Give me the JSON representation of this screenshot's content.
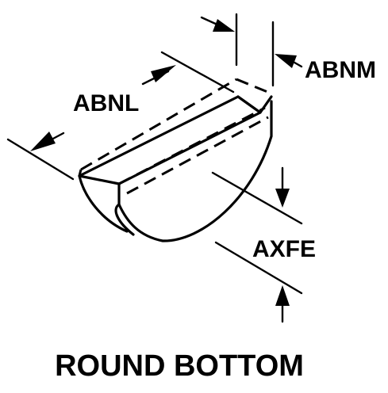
{
  "labels": {
    "length": "ABNL",
    "width": "ABNM",
    "height": "AXFE"
  },
  "caption": "ROUND BOTTOM"
}
